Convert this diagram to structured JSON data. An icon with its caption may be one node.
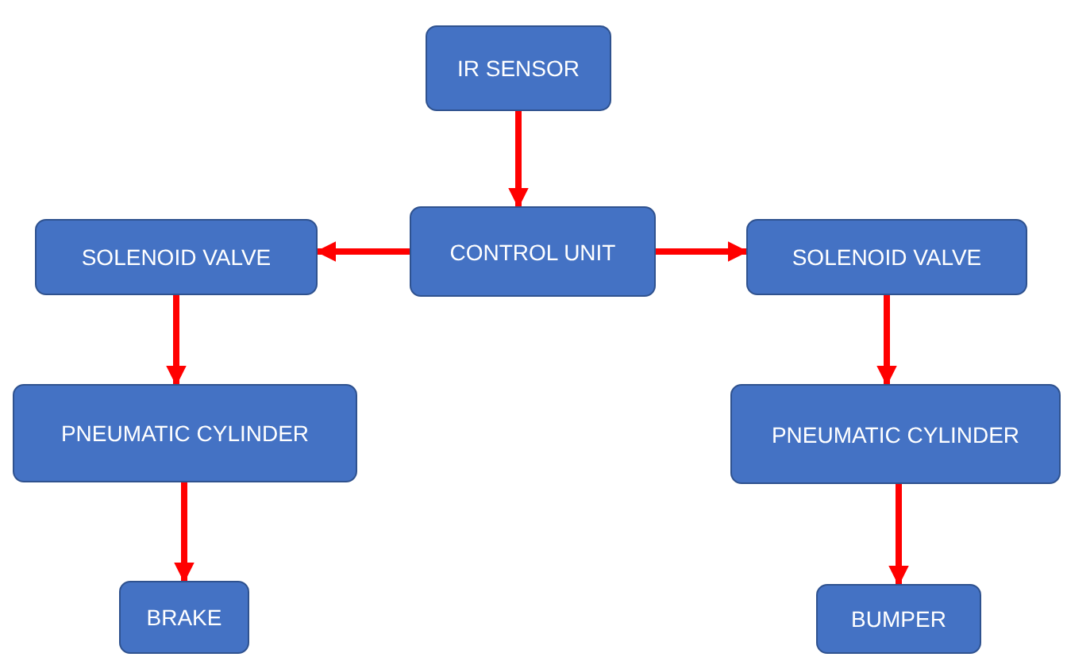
{
  "diagram": {
    "nodes": [
      {
        "text": [
          "IR SENSOR"
        ]
      },
      {
        "text": [
          "CONTROL UNIT"
        ]
      },
      {
        "text": [
          "SOLENOID VALVE"
        ]
      },
      {
        "text": [
          "SOLENOID VALVE"
        ]
      },
      {
        "text": [
          "PNEUMATIC CYLINDER"
        ]
      },
      {
        "text": [
          "PNEUMATIC CYLINDER"
        ]
      },
      {
        "text": [
          "BRAKE"
        ]
      },
      {
        "text": [
          "BUMPER"
        ]
      }
    ],
    "edges": [
      {
        "from": 0,
        "to": 1,
        "arrow": "to"
      },
      {
        "from": 1,
        "to": 2,
        "arrow": "to"
      },
      {
        "from": 1,
        "to": 3,
        "arrow": "to"
      },
      {
        "from": 2,
        "to": 4,
        "arrow": "to"
      },
      {
        "from": 3,
        "to": 5,
        "arrow": "to"
      },
      {
        "from": 4,
        "to": 6,
        "arrow": "to"
      },
      {
        "from": 5,
        "to": 7,
        "arrow": "to"
      }
    ]
  }
}
